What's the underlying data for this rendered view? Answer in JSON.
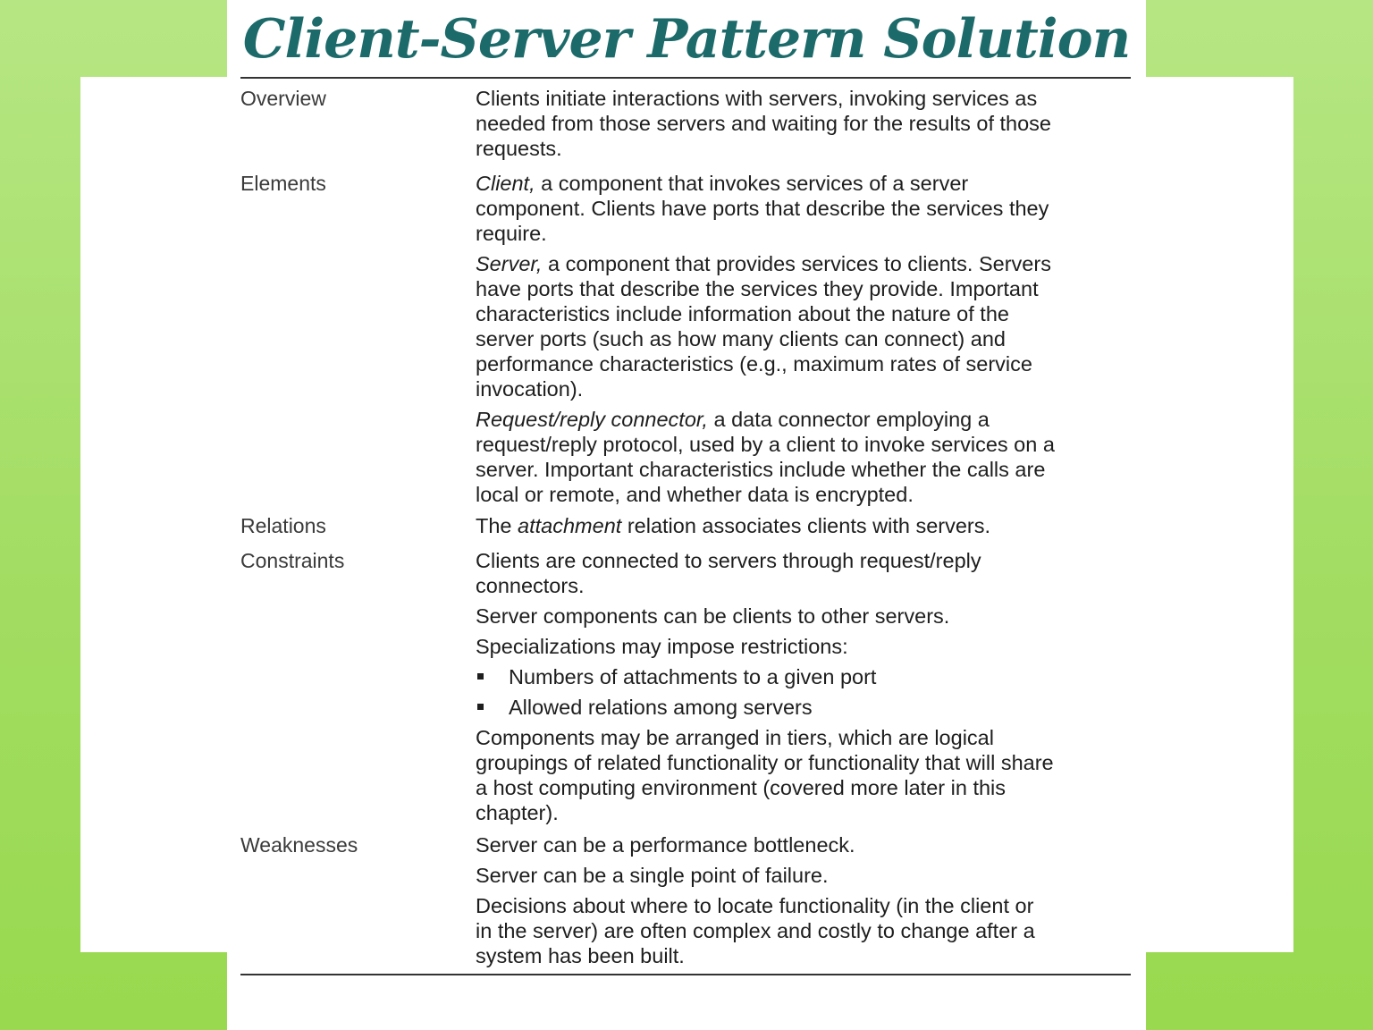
{
  "title": "Client-Server Pattern Solution",
  "rows": {
    "overview": {
      "label": "Overview",
      "p1": [
        "Clients initiate interactions with servers, invoking services as",
        "needed from those servers and waiting for the results of those",
        "requests."
      ]
    },
    "elements": {
      "label": "Elements",
      "p1_term": "Client,",
      "p1": [
        " a component that invokes services of a server",
        "component. Clients have ports that describe the services they",
        "require."
      ],
      "p2_term": "Server,",
      "p2": [
        " a component that provides services to clients. Servers",
        "have ports that describe the services they provide. Important",
        "characteristics include information about the nature of the",
        "server ports (such as how many clients can connect) and",
        "performance characteristics (e.g., maximum rates of service",
        "invocation)."
      ],
      "p3_term": "Request/reply connector,",
      "p3": [
        " a data connector employing a",
        "request/reply protocol, used by a client to invoke services on a",
        "server. Important characteristics include whether the calls are",
        "local or remote, and whether data is encrypted."
      ]
    },
    "relations": {
      "label": "Relations",
      "pre": "The ",
      "term": "attachment",
      "post": " relation associates clients with servers."
    },
    "constraints": {
      "label": "Constraints",
      "p1": [
        "Clients are connected to servers through request/reply",
        "connectors."
      ],
      "p2": "Server components can be clients to other servers.",
      "p3": "Specializations may impose restrictions:",
      "bullets": [
        "Numbers of attachments to a given port",
        "Allowed relations among servers"
      ],
      "p4": [
        "Components may be arranged in tiers, which are logical",
        "groupings of related functionality or functionality that will share",
        "a host computing environment (covered more later in this",
        "chapter)."
      ]
    },
    "weaknesses": {
      "label": "Weaknesses",
      "p1": "Server can be a performance bottleneck.",
      "p2": "Server can be a single point of failure.",
      "p3": [
        "Decisions about where to locate functionality (in the client or",
        "in the server) are often complex and costly to change after a",
        "system has been built."
      ]
    }
  }
}
